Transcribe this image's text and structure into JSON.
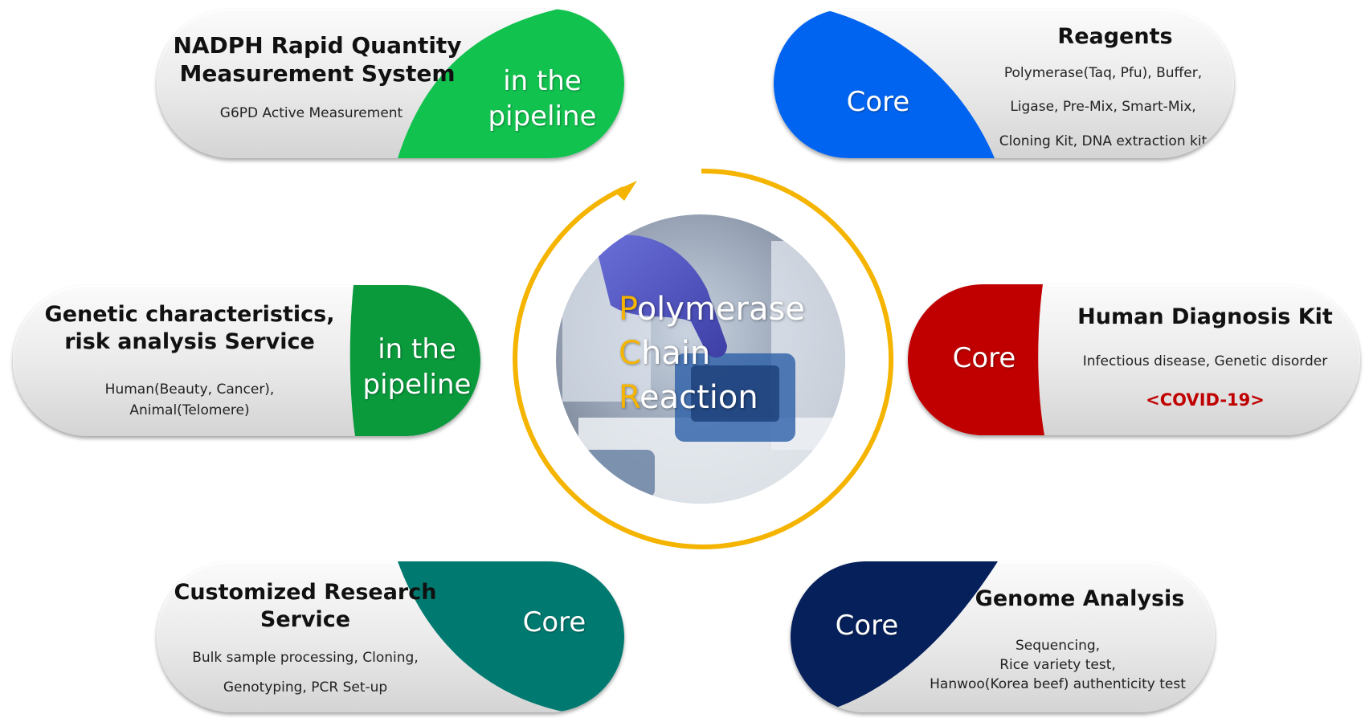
{
  "center": {
    "lines": [
      {
        "initial": "P",
        "rest": "olymerase"
      },
      {
        "initial": "C",
        "rest": "hain"
      },
      {
        "initial": "R",
        "rest": "eaction"
      }
    ],
    "ring_color": "#F4B400"
  },
  "capsules": {
    "nadph": {
      "title_line1": "NADPH Rapid Quantity",
      "title_line2": "Measurement System",
      "desc": "G6PD Active Measurement",
      "tag_line1": "in the",
      "tag_line2": "pipeline",
      "color": "#12C24F"
    },
    "reagents": {
      "title": "Reagents",
      "desc_line1": "Polymerase(Taq, Pfu), Buffer,",
      "desc_line2": "Ligase, Pre-Mix, Smart-Mix,",
      "desc_line3": "Cloning Kit, DNA extraction kit",
      "tag": "Core",
      "color": "#0064F0"
    },
    "genetic": {
      "title_line1": "Genetic characteristics,",
      "title_line2": "risk analysis Service",
      "desc_line1": "Human(Beauty, Cancer),",
      "desc_line2": "Animal(Telomere)",
      "tag_line1": "in the",
      "tag_line2": "pipeline",
      "color": "#0A9A3C"
    },
    "human": {
      "title": "Human Diagnosis Kit",
      "desc": "Infectious disease, Genetic disorder",
      "highlight": "<COVID-19>",
      "highlight_color": "#C00000",
      "tag": "Core",
      "color": "#C00000"
    },
    "custom": {
      "title_line1": "Customized Research",
      "title_line2": "Service",
      "desc_line1": "Bulk sample processing, Cloning,",
      "desc_line2": "Genotyping, PCR Set-up",
      "tag": "Core",
      "color": "#007A70"
    },
    "genome": {
      "title": "Genome Analysis",
      "desc_line1": "Sequencing,",
      "desc_line2": "Rice variety test,",
      "desc_line3": "Hanwoo(Korea beef) authenticity test",
      "tag": "Core",
      "color": "#06205C"
    }
  }
}
